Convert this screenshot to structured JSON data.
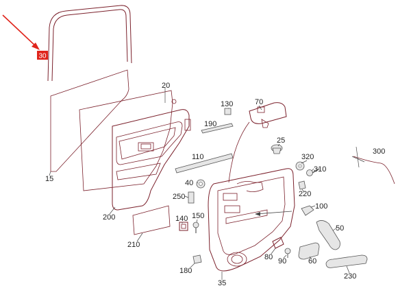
{
  "diagram": {
    "highlight_color": "#e0241b",
    "outline_color": "#7a1f2a",
    "highlighted_part": "30",
    "parts": [
      {
        "id": "30",
        "label": "30"
      },
      {
        "id": "20",
        "label": "20"
      },
      {
        "id": "15",
        "label": "15"
      },
      {
        "id": "130",
        "label": "130"
      },
      {
        "id": "70",
        "label": "70"
      },
      {
        "id": "190",
        "label": "190"
      },
      {
        "id": "25",
        "label": "25"
      },
      {
        "id": "110",
        "label": "110"
      },
      {
        "id": "320",
        "label": "320"
      },
      {
        "id": "310",
        "label": "310"
      },
      {
        "id": "300",
        "label": "300"
      },
      {
        "id": "40",
        "label": "40"
      },
      {
        "id": "220",
        "label": "220"
      },
      {
        "id": "250",
        "label": "250"
      },
      {
        "id": "200",
        "label": "200"
      },
      {
        "id": "100",
        "label": "100"
      },
      {
        "id": "140",
        "label": "140"
      },
      {
        "id": "150",
        "label": "150"
      },
      {
        "id": "50",
        "label": "50"
      },
      {
        "id": "210",
        "label": "210"
      },
      {
        "id": "80",
        "label": "80"
      },
      {
        "id": "90",
        "label": "90"
      },
      {
        "id": "60",
        "label": "60"
      },
      {
        "id": "180",
        "label": "180"
      },
      {
        "id": "230",
        "label": "230"
      },
      {
        "id": "35",
        "label": "35"
      }
    ]
  }
}
